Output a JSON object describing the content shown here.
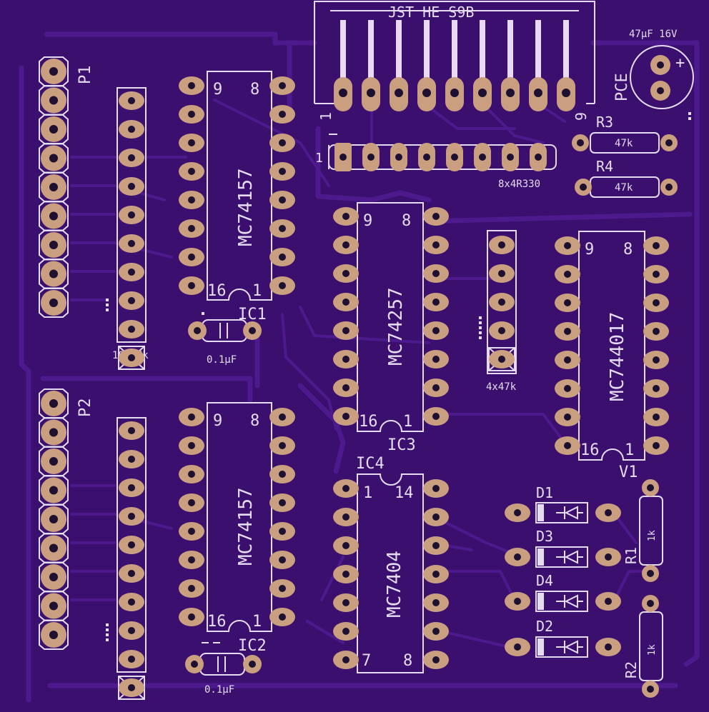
{
  "board": {
    "background": "#3a0f6e",
    "pad_color": "#c99f80",
    "silk_color": "#e6dcf2",
    "trace_color": "#4c1a8c"
  },
  "labels": {
    "connector": "JST HE S9B",
    "connector_pin_first": "1",
    "connector_pin_last": "9",
    "cap_value": "47µF 16V",
    "cap_name": "PCE",
    "cap_plus": "+",
    "p1": "P1",
    "p2": "P2",
    "r3": "R3",
    "r4": "R4",
    "r3_value": "47k",
    "r4_value": "47k",
    "rnet_value": "8x4R330",
    "rnet_pin": "1",
    "ic1_pin9": "9",
    "ic1_pin8": "8",
    "ic1_pin16": "16",
    "ic1_pin1": "1",
    "ic1_part": "MC74157",
    "ic1_name": "IC1",
    "ic2_pin9": "9",
    "ic2_pin8": "8",
    "ic2_pin16": "16",
    "ic2_pin1": "1",
    "ic2_part": "MC74157",
    "ic2_name": "IC2",
    "ic3_pin9": "9",
    "ic3_pin8": "8",
    "ic3_pin16": "16",
    "ic3_pin1": "1",
    "ic3_part": "MC74257",
    "ic3_name": "IC3",
    "ic4_pin1": "1",
    "ic4_pin14": "14",
    "ic4_pin7": "7",
    "ic4_pin8": "8",
    "ic4_part": "MC7404",
    "ic4_name": "IC4",
    "v1_pin9": "9",
    "v1_pin8": "8",
    "v1_pin16": "16",
    "v1_pin1": "1",
    "v1_part": "MC744017",
    "v1_name": "V1",
    "rnet1_value": "10x47k",
    "rnet2_value": "4x47k",
    "c1_value": "0.1µF",
    "c2_value": "0.1µF",
    "d1": "D1",
    "d2": "D2",
    "d3": "D3",
    "d4": "D4",
    "r1": "R1",
    "r2": "R2",
    "r1_value": "1k",
    "r2_value": "1k"
  }
}
